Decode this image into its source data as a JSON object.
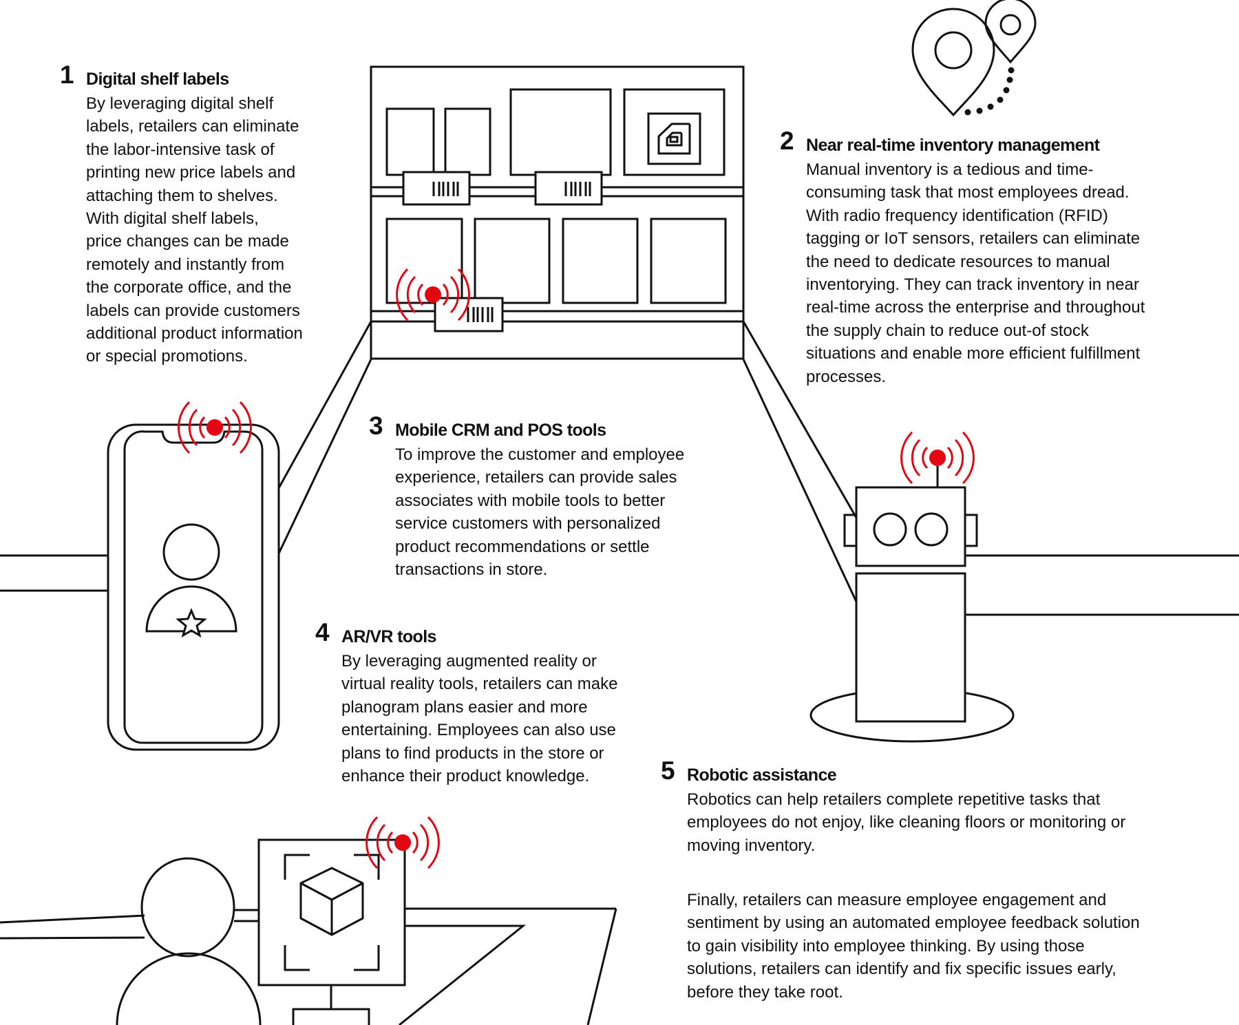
{
  "colors": {
    "accent": "#e30613",
    "ink": "#111111",
    "background": "#ffffff"
  },
  "illustrations": [
    "shelf-unit",
    "digital-price-label",
    "rfid-tag",
    "map-pin-icon",
    "smartphone",
    "employee-avatar",
    "star-icon",
    "robot",
    "ar-viewer",
    "cube-icon",
    "person-silhouette",
    "wireless-signal-icon"
  ],
  "sections": [
    {
      "number": "1",
      "title": "Digital shelf labels",
      "body": "By leveraging digital shelf\nlabels, retailers can eliminate\nthe labor-intensive task of\nprinting new price labels and\nattaching them to shelves.\nWith digital shelf labels,\nprice changes can be made\nremotely and instantly from\nthe corporate office, and the\nlabels can provide customers\nadditional product information\nor special promotions."
    },
    {
      "number": "2",
      "title": "Near real-time inventory management",
      "body": "Manual inventory is a tedious and time-\nconsuming task that most employees dread.\nWith radio frequency identification (RFID)\ntagging or IoT sensors, retailers can eliminate\nthe need to dedicate resources to manual\ninventorying. They can track inventory in near\nreal-time across the enterprise and throughout\nthe supply chain to reduce out-of stock\nsituations and enable more efficient fulfillment\nprocesses."
    },
    {
      "number": "3",
      "title": "Mobile CRM and POS tools",
      "body": "To improve the customer and employee\nexperience, retailers can provide sales\nassociates with mobile tools to better\nservice customers with personalized\nproduct recommendations or settle\ntransactions in store."
    },
    {
      "number": "4",
      "title": "AR/VR tools",
      "body": "By leveraging augmented reality or\nvirtual reality tools, retailers can make\nplanogram plans easier and more\nentertaining. Employees can also use\nplans to find products in the store or\nenhance their product knowledge."
    },
    {
      "number": "5",
      "title": "Robotic assistance",
      "body": "Robotics can help retailers complete repetitive tasks that\nemployees do not enjoy, like cleaning floors or monitoring or\nmoving inventory."
    }
  ],
  "closing": "Finally, retailers can measure employee engagement and\nsentiment by using an automated employee feedback solution\nto gain visibility into employee thinking. By using those\nsolutions, retailers can identify and fix specific issues early,\nbefore they take root."
}
